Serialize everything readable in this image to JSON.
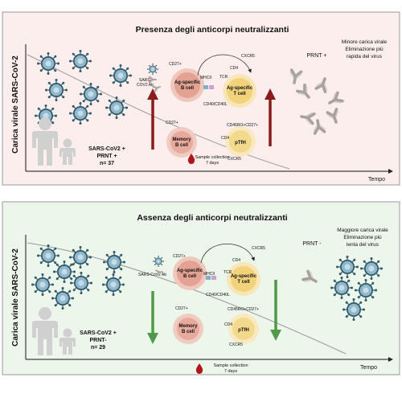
{
  "colors": {
    "top_panel_bg": "#fdeeee",
    "bottom_panel_bg": "#edf6ea",
    "panel_border": "#9a9a9a",
    "virus_fill": "#8fb8cc",
    "virus_stroke": "#2f5868",
    "ag_b_cell": "#e4a294",
    "ag_t_cell": "#f2d27a",
    "memory_b_cell": "#e8aa9c",
    "ptfh_cell": "#f2d98c",
    "up_arrow": "#8a1c1c",
    "down_arrow": "#4f9a4a",
    "antibody": "#a8a29c",
    "person": "#d0d0d0",
    "blood_drop": "#b0151a"
  },
  "top": {
    "title": "Presenza degli anticorpi neutralizzanti",
    "ylabel": "Carica virale SARS-CoV-2",
    "xlabel": "Tempo",
    "patient_line1": "SARS-CoV2 +",
    "patient_line2": "PRNT +",
    "patient_line3": "n= 37",
    "prnt_label": "PRNT +",
    "result_line1": "Minore carica virale",
    "result_line2": "Eliminazione più",
    "result_line3": "rapida del virus",
    "sample_line1": "Sample collection",
    "sample_line2": "7 days",
    "antibody_label_line1": "SARS-",
    "antibody_label_line2": "COV2 Ab",
    "cd27": "CD27+",
    "cxcr5": "CXCR5",
    "cd4": "CD4",
    "mhc": "MHCII",
    "tcr": "TCR",
    "cd40": "CD40/CD40L",
    "ag_b_line1": "Ag-specific",
    "ag_b_line2": "B cell",
    "ag_t_line1": "Ag-specific",
    "ag_t_line2": "T cell",
    "mem_line1": "Memory",
    "mem_line2": "B cell",
    "cd27_mem": "CD27+",
    "cd45": "CD45RO+CD27+",
    "cd4_ptfh": "CD4",
    "ptfh": "pTfH",
    "cxcr5_ptfh": "CXCR5"
  },
  "bottom": {
    "title": "Assenza degli anticorpi neutralizzanti",
    "ylabel": "Carica virale SARS-CoV-2",
    "xlabel": "Tempo",
    "patient_line1": "SARS-CoV2 +",
    "patient_line2": "PRNT-",
    "patient_line3": "n= 29",
    "prnt_label": "PRNT -",
    "result_line1": "Maggiore carica virale",
    "result_line2": "Eliminazione più",
    "result_line3": "lenta del virus",
    "sample_line1": "Sample collection",
    "sample_line2": "7 days",
    "antibody_label": "SARS-CoV2 Ab",
    "cd27": "CD27+",
    "cxcr5": "CXCR5",
    "cd4": "CD4",
    "mhc": "MHCII",
    "tcr": "TCR",
    "cd40": "CD40/CD40L",
    "ag_b_line1": "Ag-specific",
    "ag_b_line2": "B cell",
    "ag_t_line1": "Ag-specific",
    "ag_t_line2": "T cell",
    "mem_line1": "Memory",
    "mem_line2": "B cell",
    "cd27_mem": "CD27+",
    "cd45": "CD45RO+CD27+",
    "cd4_ptfh": "CD4",
    "ptfh": "pTfH",
    "cxcr5_ptfh": "CXCR5"
  }
}
